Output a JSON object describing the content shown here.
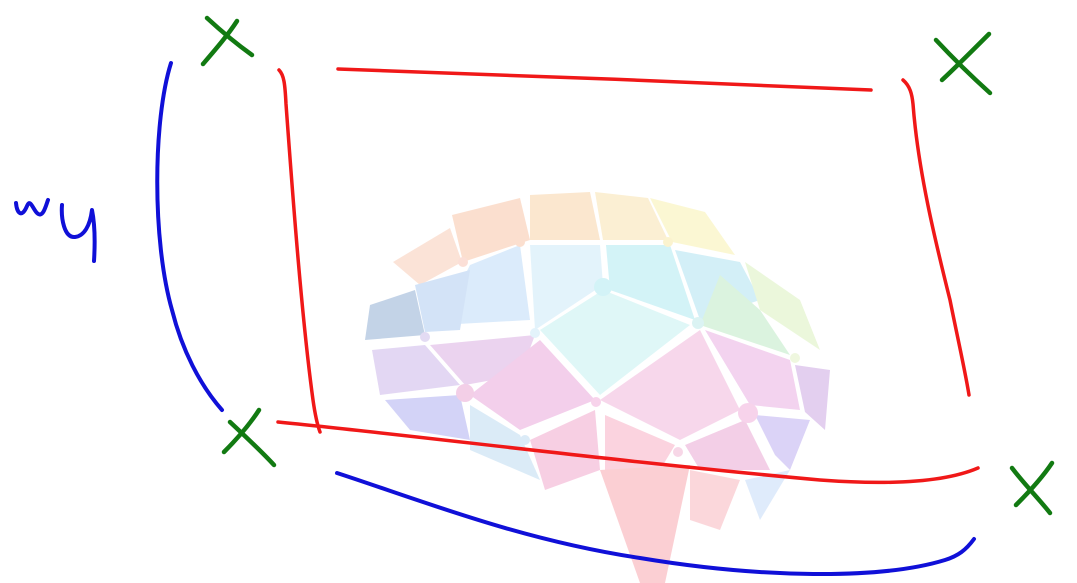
{
  "colors": {
    "background": "#ffffff",
    "blue_ink": "#1010d8",
    "red_ink": "#f01818",
    "green_ink": "#127a12",
    "watermark": [
      "#f8c0a0",
      "#f8d8a8",
      "#f8f0a8",
      "#c8e8c0",
      "#a8e8f0",
      "#c8d8f8",
      "#c8b8e8",
      "#f0b8d8",
      "#f8a8b0",
      "#a8c8e8"
    ]
  },
  "icons": {
    "watermark": "brain-network-logo-watermark",
    "markers": "cross-mark"
  },
  "handwriting": {
    "side_label": "ωy"
  }
}
